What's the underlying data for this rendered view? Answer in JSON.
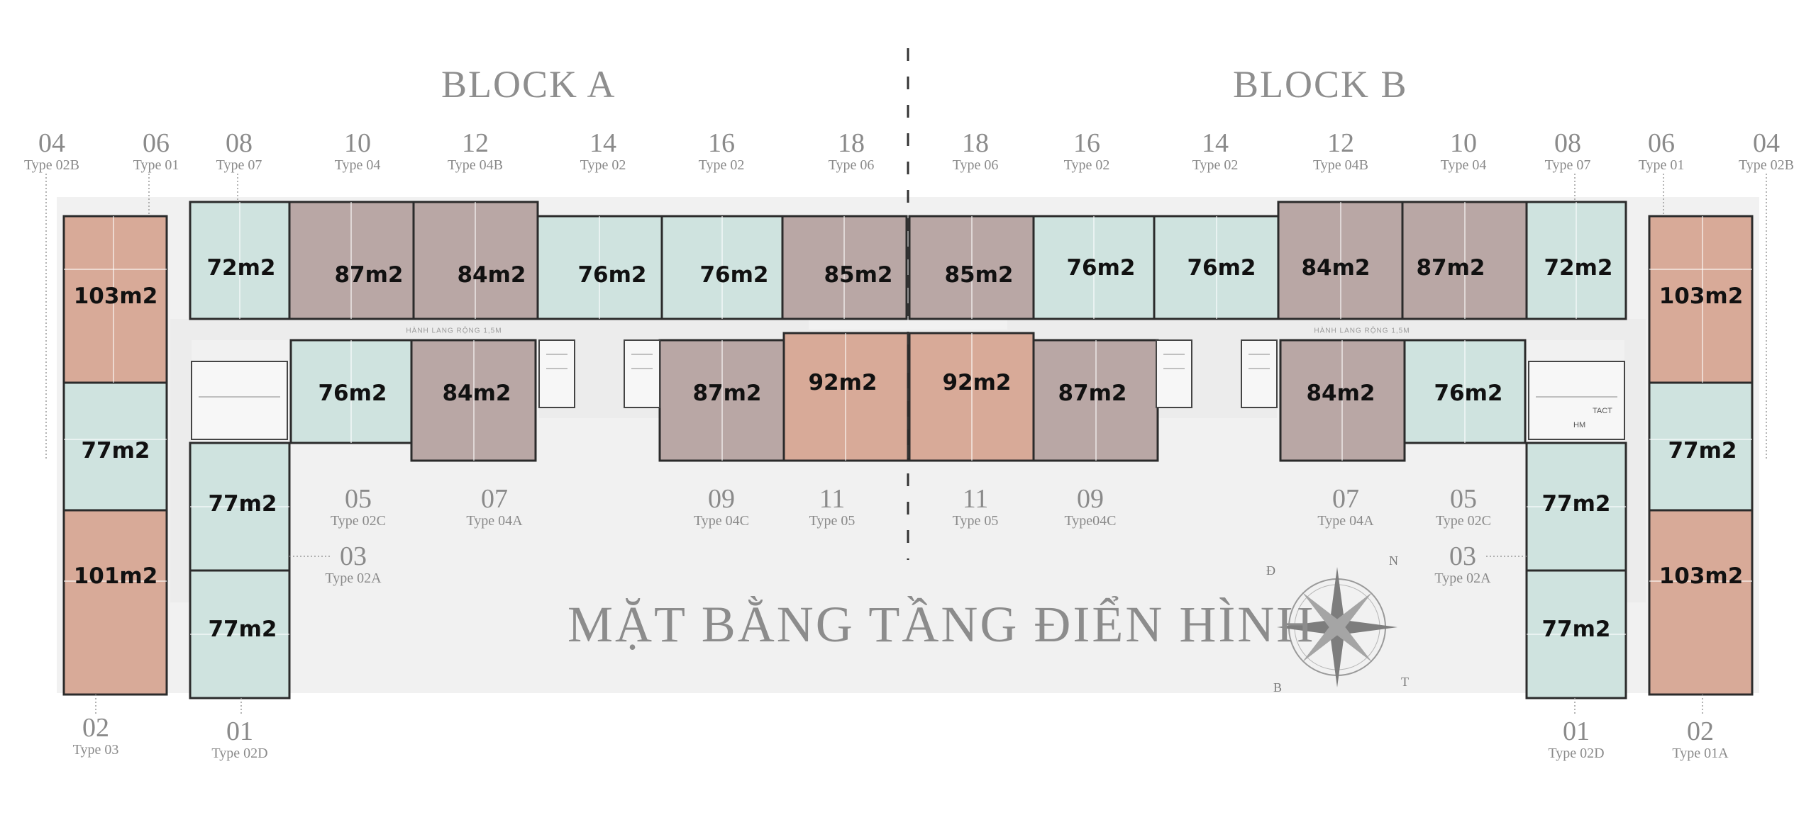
{
  "titles": {
    "block_a": "BLOCK A",
    "block_b": "BLOCK B",
    "plan": "MẶT BẰNG TẦNG ĐIỂN HÌNH",
    "corridor_a": "HÀNH LANG RỘNG 1,5M",
    "corridor_b": "HÀNH LANG RỘNG 1,5M",
    "tag_tact": "TACT",
    "tag_hm": "HM"
  },
  "compass": {
    "d": "Đ",
    "n": "N",
    "b": "B",
    "t": "T"
  },
  "colors": {
    "teal": "#cfe3df",
    "mauve": "#b9a7a5",
    "salmon": "#d8aa98",
    "corridor": "#eeeeee",
    "wall": "#2b2b2b",
    "label": "#8a8a8a"
  },
  "block_a": {
    "top_labels": [
      {
        "num": "04",
        "type": "Type 02B"
      },
      {
        "num": "06",
        "type": "Type 01"
      },
      {
        "num": "08",
        "type": "Type 07"
      },
      {
        "num": "10",
        "type": "Type 04"
      },
      {
        "num": "12",
        "type": "Type 04B"
      },
      {
        "num": "14",
        "type": "Type 02"
      },
      {
        "num": "16",
        "type": "Type 02"
      },
      {
        "num": "18",
        "type": "Type 06"
      }
    ],
    "bottom_labels": [
      {
        "num": "05",
        "type": "Type 02C"
      },
      {
        "num": "07",
        "type": "Type 04A"
      },
      {
        "num": "09",
        "type": "Type 04C"
      },
      {
        "num": "11",
        "type": "Type 05"
      },
      {
        "num": "03",
        "type": "Type 02A"
      },
      {
        "num": "02",
        "type": "Type 03"
      },
      {
        "num": "01",
        "type": "Type 02D"
      }
    ],
    "areas": [
      "103m2",
      "72m2",
      "87m2",
      "84m2",
      "76m2",
      "76m2",
      "85m2",
      "76m2",
      "84m2",
      "87m2",
      "92m2",
      "77m2",
      "77m2",
      "101m2",
      "77m2"
    ]
  },
  "block_b": {
    "top_labels": [
      {
        "num": "18",
        "type": "Type 06"
      },
      {
        "num": "16",
        "type": "Type 02"
      },
      {
        "num": "14",
        "type": "Type 02"
      },
      {
        "num": "12",
        "type": "Type 04B"
      },
      {
        "num": "10",
        "type": "Type 04"
      },
      {
        "num": "08",
        "type": "Type 07"
      },
      {
        "num": "06",
        "type": "Type 01"
      },
      {
        "num": "04",
        "type": "Type 02B"
      }
    ],
    "bottom_labels": [
      {
        "num": "11",
        "type": "Type 05"
      },
      {
        "num": "09",
        "type": "Type04C"
      },
      {
        "num": "07",
        "type": "Type 04A"
      },
      {
        "num": "05",
        "type": "Type 02C"
      },
      {
        "num": "03",
        "type": "Type 02A"
      },
      {
        "num": "01",
        "type": "Type 02D"
      },
      {
        "num": "02",
        "type": "Type 01A"
      }
    ],
    "areas": [
      "85m2",
      "76m2",
      "76m2",
      "84m2",
      "87m2",
      "72m2",
      "103m2",
      "92m2",
      "87m2",
      "84m2",
      "76m2",
      "77m2",
      "77m2",
      "103m2",
      "77m2"
    ]
  }
}
